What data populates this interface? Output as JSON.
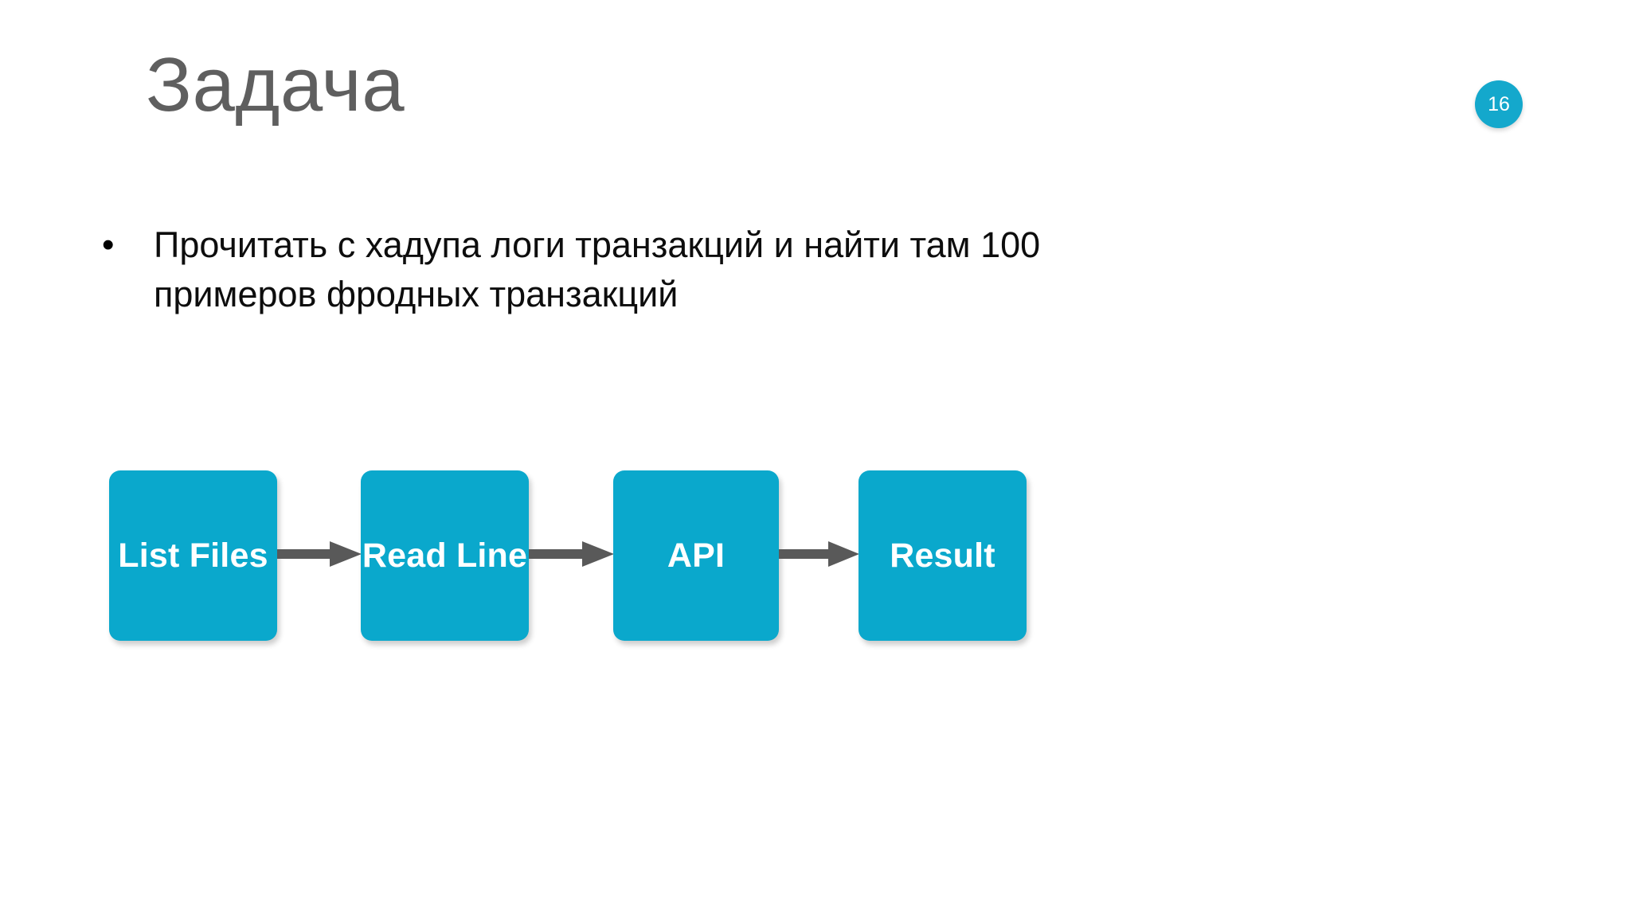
{
  "slide": {
    "title": "Задача",
    "page_number": "16",
    "background_color": "#ffffff",
    "title_color": "#5f5f5f",
    "accent_color": "#0aa8cc",
    "arrow_color": "#595959",
    "body_text_color": "#0d0d0d"
  },
  "body": {
    "bullets": [
      {
        "marker": "•",
        "text": "Прочитать с хадупа логи транзакций и найти там 100 примеров фродных транзакций"
      }
    ]
  },
  "diagram": {
    "type": "flowchart",
    "direction": "left-to-right",
    "nodes": [
      {
        "id": "list-files",
        "label": "List Files"
      },
      {
        "id": "read-line",
        "label": "Read Line"
      },
      {
        "id": "api",
        "label": "API"
      },
      {
        "id": "result",
        "label": "Result"
      }
    ],
    "arrows": [
      {
        "from": "list-files",
        "to": "read-line"
      },
      {
        "from": "read-line",
        "to": "api"
      },
      {
        "from": "api",
        "to": "result"
      }
    ]
  }
}
